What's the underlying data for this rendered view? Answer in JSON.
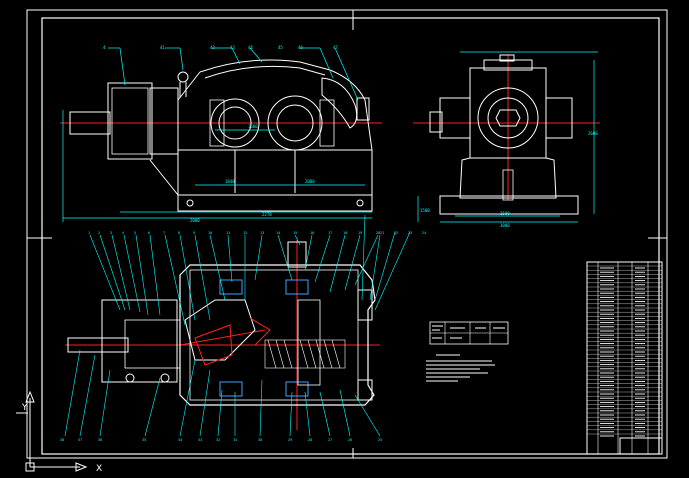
{
  "drawing": {
    "front_view": {
      "part_numbers": [
        "4",
        "41",
        "42",
        "43",
        "44",
        "45",
        "46",
        "47"
      ],
      "dims": [
        "1600",
        "1840",
        "2080",
        "2000",
        "2270"
      ]
    },
    "side_view": {
      "dims": [
        "1500",
        "2500",
        "3000",
        "2600"
      ]
    },
    "plan_view": {
      "callouts_top": [
        "1",
        "2",
        "3",
        "4",
        "5",
        "6",
        "7",
        "8",
        "9",
        "10",
        "11",
        "12",
        "13",
        "14",
        "15",
        "16",
        "17",
        "18",
        "19",
        "20",
        "21",
        "22",
        "23",
        "24"
      ],
      "callouts_bottom": [
        "38",
        "37",
        "36",
        "35",
        "34",
        "33",
        "32",
        "31",
        "30",
        "29",
        "28",
        "27",
        "26",
        "25"
      ]
    }
  },
  "colors": {
    "background": "#000000",
    "outline": "#ffffff",
    "dimension": "#00ffff",
    "centerline": "#ff2020",
    "text": "#00ffff"
  },
  "ucs_icon": "ucs-axis-icon"
}
